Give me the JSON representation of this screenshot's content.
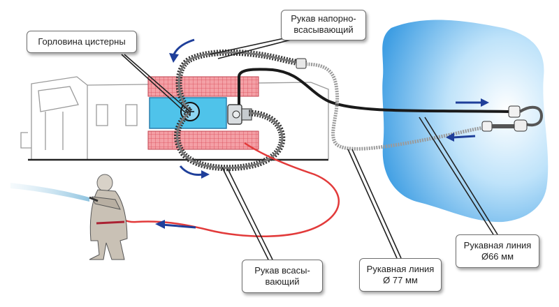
{
  "labels": {
    "tank_neck": "Горловина цистерны",
    "pressure_suction_hose": [
      "Рукав напорно-",
      "всасывающий"
    ],
    "suction_hose": [
      "Рукав всасы-",
      "вающий"
    ],
    "hose_line_77": [
      "Рукавная линия",
      "Ø 77 мм"
    ],
    "hose_line_66": [
      "Рукавная линия",
      "Ø66 мм"
    ]
  },
  "colors": {
    "water": "#4aa8e6",
    "tank": "#4fc3ea",
    "compartment_grid": "#e8737d",
    "red_hose": "#e23a3a",
    "dark_hose": "#2b2b2b",
    "arrows": "#1f3f9a"
  }
}
